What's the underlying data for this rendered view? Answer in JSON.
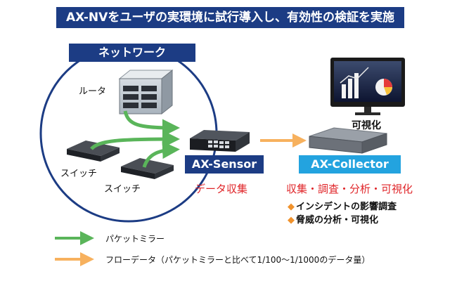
{
  "title": "AX-NVをユーザの実環境に試行導入し、有効性の検証を実施",
  "network": {
    "label": "ネットワーク",
    "router_label": "ルータ",
    "switch1_label": "スイッチ",
    "switch2_label": "スイッチ"
  },
  "sensor": {
    "name": "AX-Sensor",
    "caption": "データ収集"
  },
  "collector": {
    "name": "AX-Collector",
    "caption": "収集・調査・分析・可視化",
    "bullets": [
      "インシデントの影響調査",
      "脅威の分析・可視化"
    ]
  },
  "monitor_label": "可視化",
  "legend": {
    "packet_mirror": "パケットミラー",
    "flow_data": "フローデータ（パケットミラーと比べて1/100〜1/1000のデータ量）"
  },
  "colors": {
    "navy": "#1c3c84",
    "light_blue": "#23a3df",
    "green_arrow": "#5ab55a",
    "orange_arrow": "#f7b15e",
    "red_text": "#e0262a",
    "bullet_orange": "#f0922c"
  },
  "icons": {
    "router": "router-icon",
    "switch": "switch-icon",
    "sensor": "network-switch-device-icon",
    "collector": "server-appliance-icon",
    "monitor": "monitor-chart-icon"
  }
}
